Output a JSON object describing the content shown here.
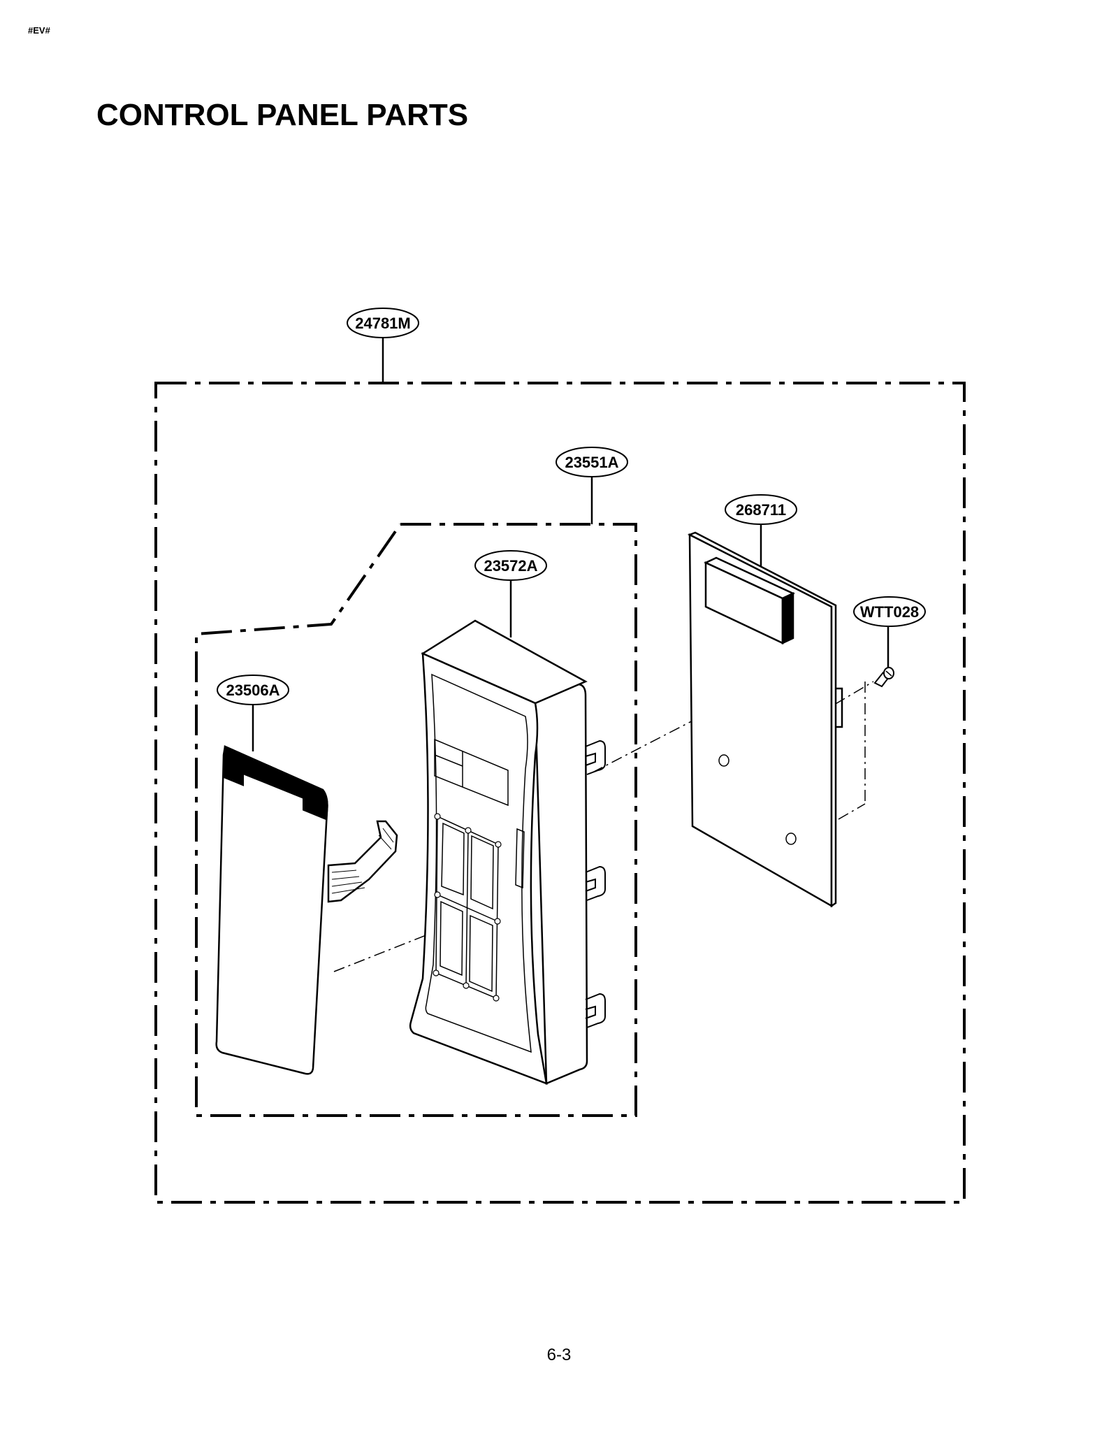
{
  "header": {
    "tag": "#EV#",
    "title": "CONTROL PANEL PARTS"
  },
  "footer": {
    "page_number": "6-3"
  },
  "callouts": {
    "assembly": "24781M",
    "sub_assembly": "23551A",
    "panel_frame": "23572A",
    "membrane_sheet": "23506A",
    "pcb": "268711",
    "screw": "WTT028"
  }
}
